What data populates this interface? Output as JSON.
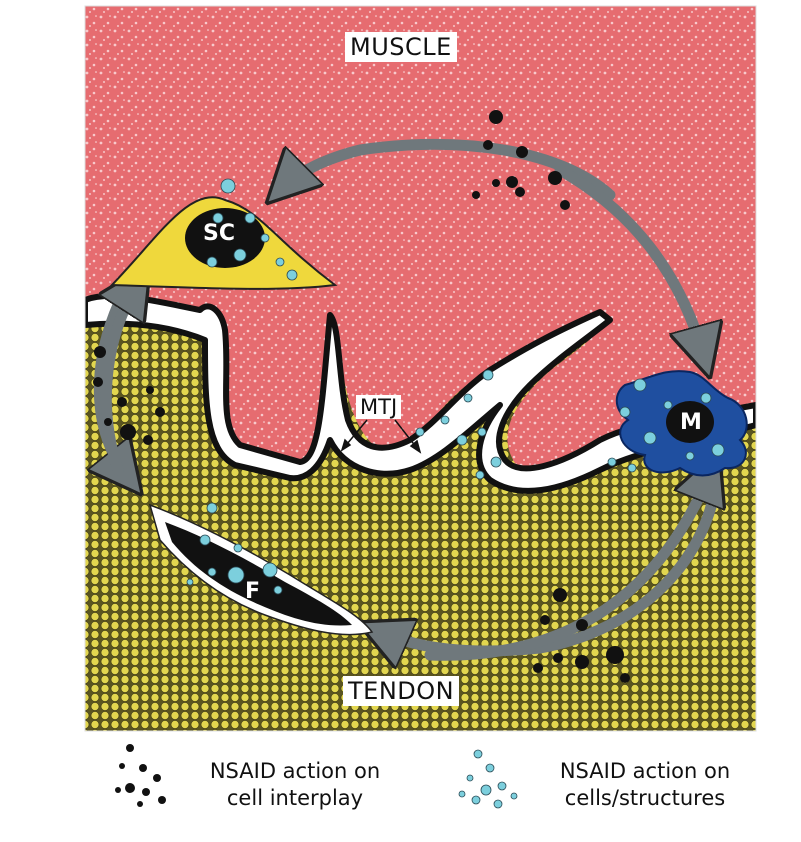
{
  "regions": {
    "top": "MUSCLE",
    "bottom": "TENDON",
    "junction": "MTJ"
  },
  "cells": {
    "satellite_cell": "SC",
    "macrophage": "M",
    "fibroblast": "F"
  },
  "legend": {
    "black": {
      "line1": "NSAID action on",
      "line2": "cell interplay"
    },
    "cyan": {
      "line1": "NSAID action on",
      "line2": "cells/structures"
    }
  },
  "colors": {
    "muscle": "#e86a6e",
    "tendon": "#d8cb44",
    "satellite_cell": "#efd83c",
    "macrophage": "#1f4fa0",
    "arrow": "#6f787c",
    "nsaid_interplay": "#111111",
    "nsaid_cells": "#7ccfdd"
  }
}
